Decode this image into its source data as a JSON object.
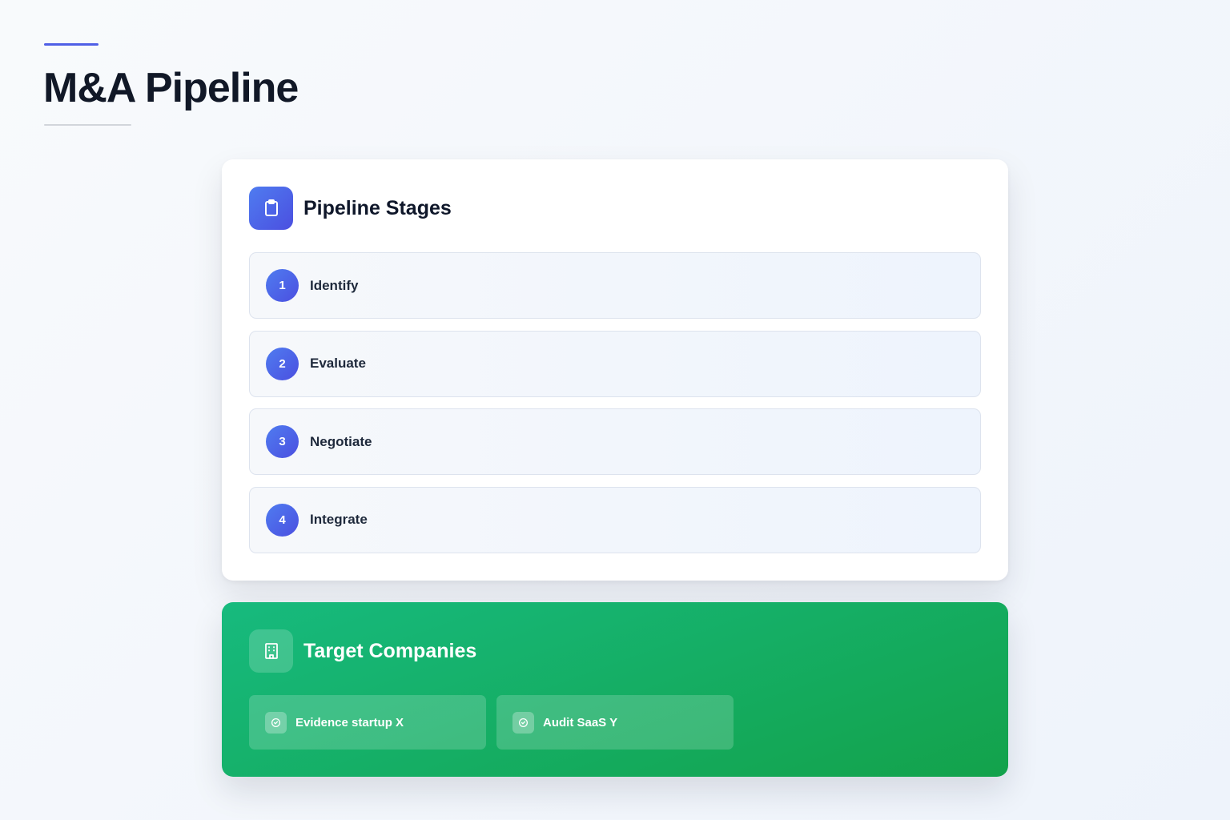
{
  "page": {
    "title": "M&A Pipeline"
  },
  "stages_card": {
    "title": "Pipeline Stages",
    "icon": "clipboard-icon",
    "accent": "#4b4fe0",
    "items": [
      {
        "number": "1",
        "label": "Identify"
      },
      {
        "number": "2",
        "label": "Evaluate"
      },
      {
        "number": "3",
        "label": "Negotiate"
      },
      {
        "number": "4",
        "label": "Integrate"
      }
    ]
  },
  "targets_card": {
    "title": "Target Companies",
    "icon": "building-icon",
    "accent": "#13a24b",
    "items": [
      {
        "label": "Evidence startup X",
        "icon": "check-circle-icon"
      },
      {
        "label": "Audit SaaS Y",
        "icon": "check-circle-icon"
      }
    ]
  }
}
